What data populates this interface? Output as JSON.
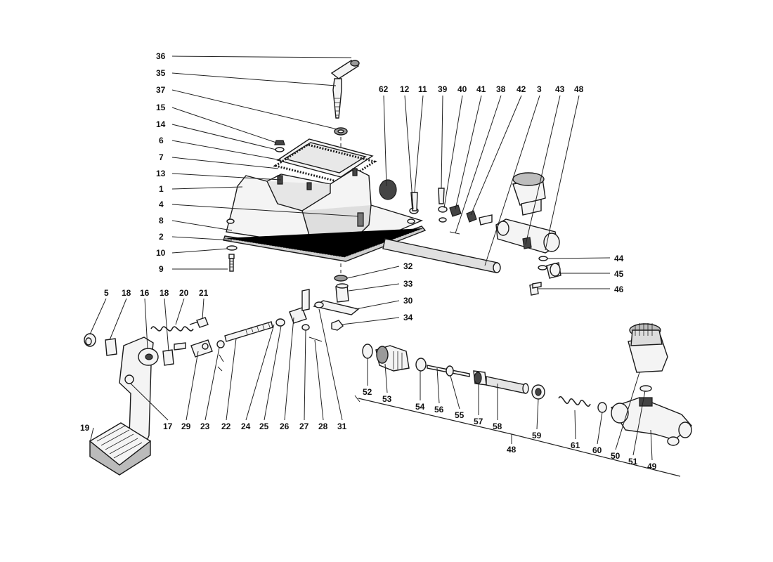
{
  "callouts": [
    {
      "id": "c36",
      "text": "36"
    },
    {
      "id": "c35",
      "text": "35"
    },
    {
      "id": "c37",
      "text": "37"
    },
    {
      "id": "c15",
      "text": "15"
    },
    {
      "id": "c14",
      "text": "14"
    },
    {
      "id": "c6",
      "text": "6"
    },
    {
      "id": "c7",
      "text": "7"
    },
    {
      "id": "c13",
      "text": "13"
    },
    {
      "id": "c1",
      "text": "1"
    },
    {
      "id": "c4",
      "text": "4"
    },
    {
      "id": "c8",
      "text": "8"
    },
    {
      "id": "c2",
      "text": "2"
    },
    {
      "id": "c10",
      "text": "10"
    },
    {
      "id": "c9",
      "text": "9"
    },
    {
      "id": "c62",
      "text": "62"
    },
    {
      "id": "c12",
      "text": "12"
    },
    {
      "id": "c11",
      "text": "11"
    },
    {
      "id": "c39",
      "text": "39"
    },
    {
      "id": "c40",
      "text": "40"
    },
    {
      "id": "c41",
      "text": "41"
    },
    {
      "id": "c38",
      "text": "38"
    },
    {
      "id": "c42",
      "text": "42"
    },
    {
      "id": "c3",
      "text": "3"
    },
    {
      "id": "c43",
      "text": "43"
    },
    {
      "id": "c48t",
      "text": "48"
    },
    {
      "id": "c44",
      "text": "44"
    },
    {
      "id": "c45",
      "text": "45"
    },
    {
      "id": "c46",
      "text": "46"
    },
    {
      "id": "c32",
      "text": "32"
    },
    {
      "id": "c33",
      "text": "33"
    },
    {
      "id": "c30",
      "text": "30"
    },
    {
      "id": "c34",
      "text": "34"
    },
    {
      "id": "c5",
      "text": "5"
    },
    {
      "id": "c18a",
      "text": "18"
    },
    {
      "id": "c16",
      "text": "16"
    },
    {
      "id": "c18b",
      "text": "18"
    },
    {
      "id": "c20",
      "text": "20"
    },
    {
      "id": "c21",
      "text": "21"
    },
    {
      "id": "c19",
      "text": "19"
    },
    {
      "id": "c17",
      "text": "17"
    },
    {
      "id": "c29",
      "text": "29"
    },
    {
      "id": "c23",
      "text": "23"
    },
    {
      "id": "c22",
      "text": "22"
    },
    {
      "id": "c24",
      "text": "24"
    },
    {
      "id": "c25",
      "text": "25"
    },
    {
      "id": "c26",
      "text": "26"
    },
    {
      "id": "c27",
      "text": "27"
    },
    {
      "id": "c28",
      "text": "28"
    },
    {
      "id": "c31",
      "text": "31"
    },
    {
      "id": "c52",
      "text": "52"
    },
    {
      "id": "c53",
      "text": "53"
    },
    {
      "id": "c54",
      "text": "54"
    },
    {
      "id": "c56",
      "text": "56"
    },
    {
      "id": "c55",
      "text": "55"
    },
    {
      "id": "c57",
      "text": "57"
    },
    {
      "id": "c58",
      "text": "58"
    },
    {
      "id": "c59",
      "text": "59"
    },
    {
      "id": "c48b",
      "text": "48"
    },
    {
      "id": "c61",
      "text": "61"
    },
    {
      "id": "c60",
      "text": "60"
    },
    {
      "id": "c50",
      "text": "50"
    },
    {
      "id": "c51",
      "text": "51"
    },
    {
      "id": "c49",
      "text": "49"
    }
  ]
}
